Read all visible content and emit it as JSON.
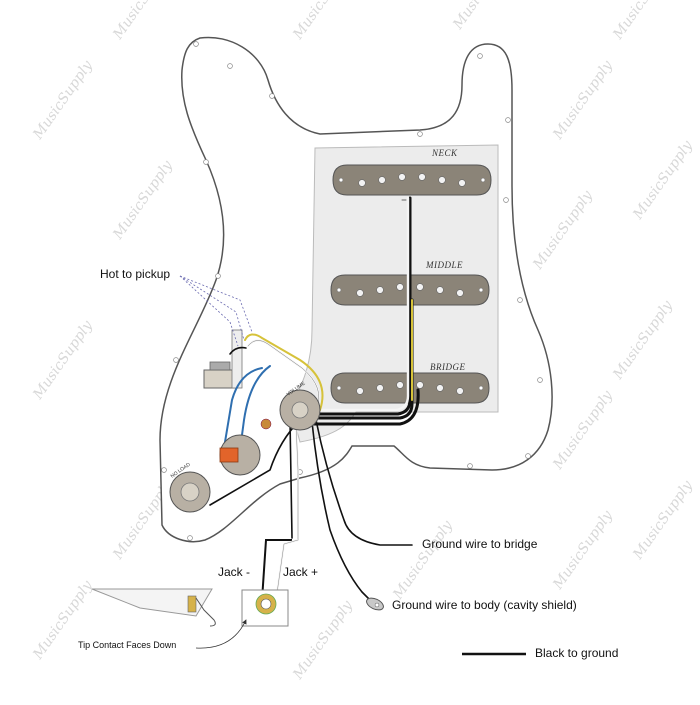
{
  "labels": {
    "neck": "NECK",
    "middle": "MIDDLE",
    "bridge": "BRIDGE",
    "hot_to_pickup": "Hot to pickup",
    "jack_minus": "Jack -",
    "jack_plus": "Jack +",
    "ground_bridge": "Ground wire to bridge",
    "ground_body": "Ground wire to body (cavity shield)",
    "tip_contact": "Tip Contact Faces Down",
    "legend_black": "Black to ground",
    "pot_tone": "NO LOAD",
    "pot_vol": "VOLUME"
  },
  "colors": {
    "pickguard": "#ffffff",
    "pickguard_outline": "#555555",
    "shield": "#ececec",
    "pickup": "#8b8478",
    "pole": "#f2f2f2",
    "wire_black": "#111111",
    "wire_white": "#f5f5f5",
    "wire_yellow": "#d6c23a",
    "wire_blue": "#2f6fb0",
    "cap": "#e2642a",
    "pot": "#b8b0a4"
  },
  "watermark": "MusicSupply"
}
